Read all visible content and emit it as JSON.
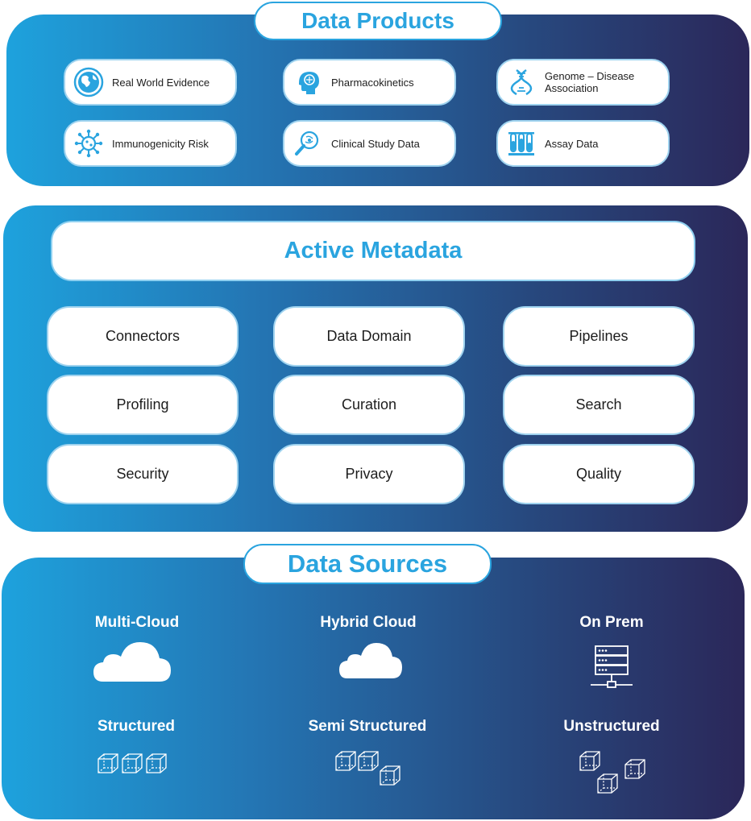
{
  "products": {
    "title": "Data Products",
    "items": [
      {
        "label": "Real World Evidence",
        "icon": "globe-icon"
      },
      {
        "label": "Pharmacokinetics",
        "icon": "head-brain-icon"
      },
      {
        "label": "Genome – Disease Association",
        "icon": "dna-icon"
      },
      {
        "label": "Immunogenicity Risk",
        "icon": "virus-icon"
      },
      {
        "label": "Clinical Study Data",
        "icon": "magnifier-research-icon"
      },
      {
        "label": "Assay Data",
        "icon": "test-tubes-icon"
      }
    ]
  },
  "metadata": {
    "title": "Active Metadata",
    "items": [
      "Connectors",
      "Data Domain",
      "Pipelines",
      "Profiling",
      "Curation",
      "Search",
      "Security",
      "Privacy",
      "Quality"
    ]
  },
  "sources": {
    "title": "Data Sources",
    "locations": [
      {
        "label": "Multi-Cloud",
        "icon": "cloud-icon"
      },
      {
        "label": "Hybrid Cloud",
        "icon": "cloud-icon"
      },
      {
        "label": "On Prem",
        "icon": "server-icon"
      }
    ],
    "types": [
      {
        "label": "Structured",
        "icon": "cubes-row-icon"
      },
      {
        "label": "Semi Structured",
        "icon": "cubes-semi-icon"
      },
      {
        "label": "Unstructured",
        "icon": "cubes-scattered-icon"
      }
    ]
  },
  "colors": {
    "accent": "#2aa4df",
    "gradient_start": "#1ea2dd",
    "gradient_end": "#2b2759"
  }
}
